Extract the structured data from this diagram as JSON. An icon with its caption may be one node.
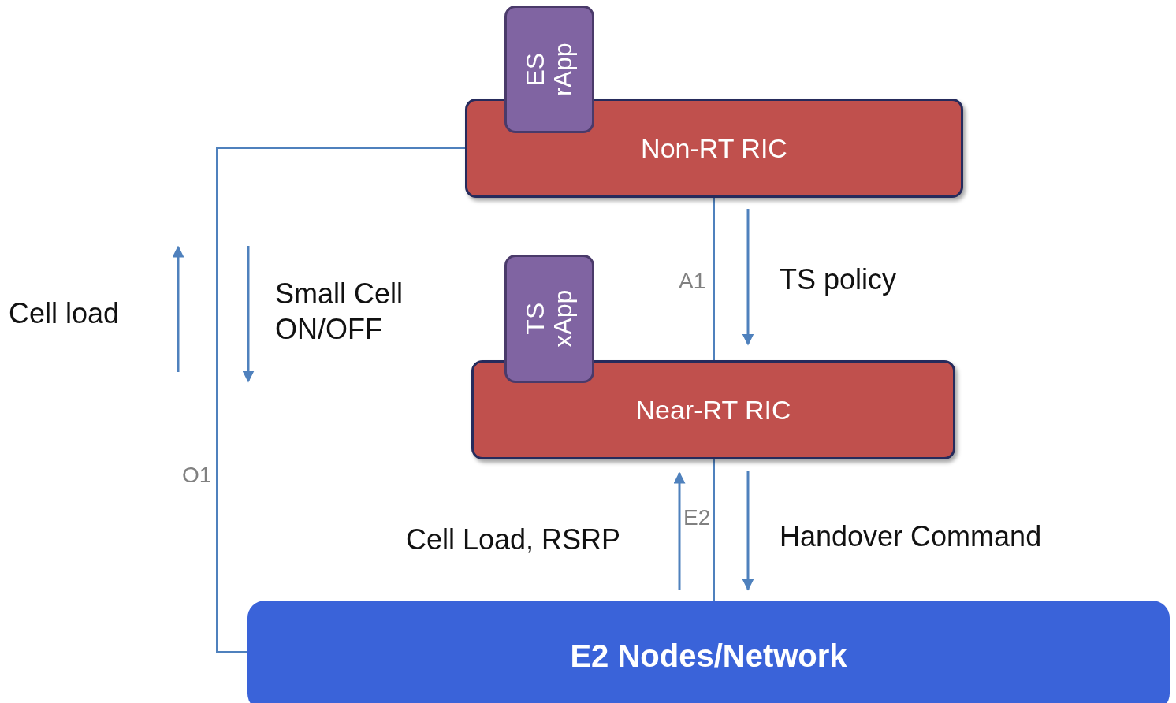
{
  "diagram": {
    "nodes": [
      {
        "text": [
          "ES rApp"
        ]
      },
      {
        "text": [
          "Non-RT RIC"
        ]
      },
      {
        "text": [
          "TS xApp"
        ]
      },
      {
        "text": [
          "Near-RT RIC"
        ]
      },
      {
        "text": [
          "E2 Nodes/Network"
        ]
      }
    ],
    "edges": [
      {
        "from": 1,
        "to": 3,
        "arrow": "none",
        "label": "A1"
      },
      {
        "from": 3,
        "to": 4,
        "arrow": "none",
        "label": "E2"
      },
      {
        "from": 1,
        "to": 4,
        "arrow": "none",
        "label": "O1"
      }
    ],
    "labels": [
      "Cell load",
      "Small Cell ON/OFF",
      "TS policy",
      "Cell Load, RSRP",
      "Handover Command"
    ]
  }
}
